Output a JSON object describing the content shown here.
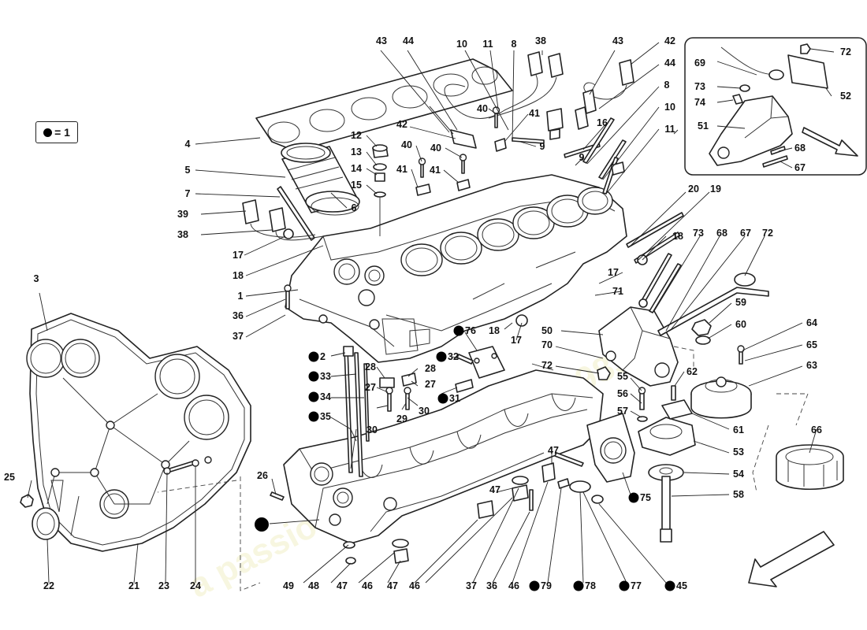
{
  "legend": {
    "symbol": "filled-circle-icon",
    "text": "= 1"
  },
  "watermark": {
    "line1": "a passion for parts since 1985"
  },
  "callouts": [
    {
      "id": "c1",
      "label": "1",
      "dot": false
    },
    {
      "id": "c2",
      "label": "2",
      "dot": true
    },
    {
      "id": "c3",
      "label": "3",
      "dot": false
    },
    {
      "id": "c4",
      "label": "4",
      "dot": false
    },
    {
      "id": "c5",
      "label": "5",
      "dot": false
    },
    {
      "id": "c6",
      "label": "6",
      "dot": false
    },
    {
      "id": "c7",
      "label": "7",
      "dot": false
    },
    {
      "id": "c8a",
      "label": "8",
      "dot": false
    },
    {
      "id": "c8b",
      "label": "8",
      "dot": false
    },
    {
      "id": "c9a",
      "label": "9",
      "dot": false
    },
    {
      "id": "c9b",
      "label": "9",
      "dot": false
    },
    {
      "id": "c10a",
      "label": "10",
      "dot": false
    },
    {
      "id": "c10b",
      "label": "10",
      "dot": false
    },
    {
      "id": "c11a",
      "label": "11",
      "dot": false
    },
    {
      "id": "c11b",
      "label": "11",
      "dot": false
    },
    {
      "id": "c12",
      "label": "12",
      "dot": false
    },
    {
      "id": "c13",
      "label": "13",
      "dot": false
    },
    {
      "id": "c14",
      "label": "14",
      "dot": false
    },
    {
      "id": "c15",
      "label": "15",
      "dot": false
    },
    {
      "id": "c16",
      "label": "16",
      "dot": false
    },
    {
      "id": "c17a",
      "label": "17",
      "dot": false
    },
    {
      "id": "c17b",
      "label": "17",
      "dot": false
    },
    {
      "id": "c17c",
      "label": "17",
      "dot": false
    },
    {
      "id": "c18a",
      "label": "18",
      "dot": false
    },
    {
      "id": "c18b",
      "label": "18",
      "dot": false
    },
    {
      "id": "c18c",
      "label": "18",
      "dot": false
    },
    {
      "id": "c19",
      "label": "19",
      "dot": false
    },
    {
      "id": "c20",
      "label": "20",
      "dot": false
    },
    {
      "id": "c21",
      "label": "21",
      "dot": false
    },
    {
      "id": "c22",
      "label": "22",
      "dot": false
    },
    {
      "id": "c23",
      "label": "23",
      "dot": false
    },
    {
      "id": "c24",
      "label": "24",
      "dot": false
    },
    {
      "id": "c25",
      "label": "25",
      "dot": false
    },
    {
      "id": "c26",
      "label": "26",
      "dot": false
    },
    {
      "id": "c27a",
      "label": "27",
      "dot": false
    },
    {
      "id": "c27b",
      "label": "27",
      "dot": false
    },
    {
      "id": "c28a",
      "label": "28",
      "dot": false
    },
    {
      "id": "c28b",
      "label": "28",
      "dot": false
    },
    {
      "id": "c29",
      "label": "29",
      "dot": false
    },
    {
      "id": "c30a",
      "label": "30",
      "dot": false
    },
    {
      "id": "c30b",
      "label": "30",
      "dot": false
    },
    {
      "id": "c31",
      "label": "31",
      "dot": true
    },
    {
      "id": "c32",
      "label": "32",
      "dot": true
    },
    {
      "id": "c33",
      "label": "33",
      "dot": true
    },
    {
      "id": "c34",
      "label": "34",
      "dot": true
    },
    {
      "id": "c35",
      "label": "35",
      "dot": true
    },
    {
      "id": "c36a",
      "label": "36",
      "dot": false
    },
    {
      "id": "c36b",
      "label": "36",
      "dot": false
    },
    {
      "id": "c37a",
      "label": "37",
      "dot": false
    },
    {
      "id": "c37b",
      "label": "37",
      "dot": false
    },
    {
      "id": "c38a",
      "label": "38",
      "dot": false
    },
    {
      "id": "c38b",
      "label": "38",
      "dot": false
    },
    {
      "id": "c39",
      "label": "39",
      "dot": false
    },
    {
      "id": "c40a",
      "label": "40",
      "dot": false
    },
    {
      "id": "c40b",
      "label": "40",
      "dot": false
    },
    {
      "id": "c40c",
      "label": "40",
      "dot": false
    },
    {
      "id": "c41a",
      "label": "41",
      "dot": false
    },
    {
      "id": "c41b",
      "label": "41",
      "dot": false
    },
    {
      "id": "c41c",
      "label": "41",
      "dot": false
    },
    {
      "id": "c42a",
      "label": "42",
      "dot": false
    },
    {
      "id": "c42b",
      "label": "42",
      "dot": false
    },
    {
      "id": "c43a",
      "label": "43",
      "dot": false
    },
    {
      "id": "c43b",
      "label": "43",
      "dot": false
    },
    {
      "id": "c44a",
      "label": "44",
      "dot": false
    },
    {
      "id": "c44b",
      "label": "44",
      "dot": false
    },
    {
      "id": "c45",
      "label": "45",
      "dot": true
    },
    {
      "id": "c46a",
      "label": "46",
      "dot": false
    },
    {
      "id": "c46b",
      "label": "46",
      "dot": false
    },
    {
      "id": "c46c",
      "label": "46",
      "dot": false
    },
    {
      "id": "c47a",
      "label": "47",
      "dot": false
    },
    {
      "id": "c47b",
      "label": "47",
      "dot": false
    },
    {
      "id": "c47c",
      "label": "47",
      "dot": false
    },
    {
      "id": "c47d",
      "label": "47",
      "dot": false
    },
    {
      "id": "c48",
      "label": "48",
      "dot": false
    },
    {
      "id": "c49",
      "label": "49",
      "dot": false
    },
    {
      "id": "c50",
      "label": "50",
      "dot": false
    },
    {
      "id": "c51",
      "label": "51",
      "dot": false
    },
    {
      "id": "c52",
      "label": "52",
      "dot": false
    },
    {
      "id": "c53",
      "label": "53",
      "dot": false
    },
    {
      "id": "c54",
      "label": "54",
      "dot": false
    },
    {
      "id": "c55",
      "label": "55",
      "dot": false
    },
    {
      "id": "c56",
      "label": "56",
      "dot": false
    },
    {
      "id": "c57",
      "label": "57",
      "dot": false
    },
    {
      "id": "c58",
      "label": "58",
      "dot": false
    },
    {
      "id": "c59",
      "label": "59",
      "dot": false
    },
    {
      "id": "c60",
      "label": "60",
      "dot": false
    },
    {
      "id": "c61",
      "label": "61",
      "dot": false
    },
    {
      "id": "c62",
      "label": "62",
      "dot": false
    },
    {
      "id": "c63",
      "label": "63",
      "dot": false
    },
    {
      "id": "c64",
      "label": "64",
      "dot": false
    },
    {
      "id": "c65",
      "label": "65",
      "dot": false
    },
    {
      "id": "c66",
      "label": "66",
      "dot": false
    },
    {
      "id": "c67a",
      "label": "67",
      "dot": false
    },
    {
      "id": "c67b",
      "label": "67",
      "dot": false
    },
    {
      "id": "c68a",
      "label": "68",
      "dot": false
    },
    {
      "id": "c68b",
      "label": "68",
      "dot": false
    },
    {
      "id": "c69",
      "label": "69",
      "dot": false
    },
    {
      "id": "c70",
      "label": "70",
      "dot": false
    },
    {
      "id": "c71",
      "label": "71",
      "dot": false
    },
    {
      "id": "c72a",
      "label": "72",
      "dot": false
    },
    {
      "id": "c72b",
      "label": "72",
      "dot": false
    },
    {
      "id": "c72c",
      "label": "72",
      "dot": false
    },
    {
      "id": "c73a",
      "label": "73",
      "dot": false
    },
    {
      "id": "c73b",
      "label": "73",
      "dot": false
    },
    {
      "id": "c74",
      "label": "74",
      "dot": false
    },
    {
      "id": "c75",
      "label": "75",
      "dot": true
    },
    {
      "id": "c76",
      "label": "76",
      "dot": true
    },
    {
      "id": "c77",
      "label": "77",
      "dot": true
    },
    {
      "id": "c78",
      "label": "78",
      "dot": true
    },
    {
      "id": "c79",
      "label": "79",
      "dot": true
    },
    {
      "id": "cdot",
      "label": "",
      "dot": true
    }
  ]
}
